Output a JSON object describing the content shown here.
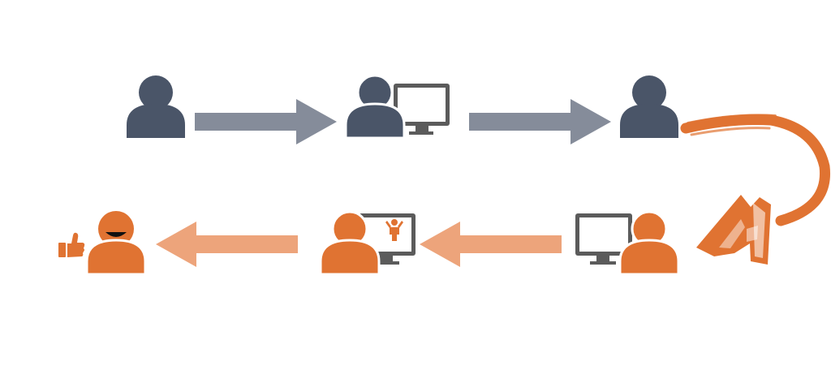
{
  "colors": {
    "background": "#ffffff",
    "person_slate": "#4a5568",
    "arrow_gray": "#858c9a",
    "monitor_dark": "#5b5b5b",
    "screen_white": "#ffffff",
    "person_orange": "#e07332",
    "arrow_orange_light": "#eda47b",
    "brush_orange": "#e07332",
    "smile": "#111111"
  },
  "diagram": {
    "top_row": [
      {
        "id": "person-1",
        "icon": "person-icon",
        "color": "slate"
      },
      {
        "id": "person-with-monitor",
        "icon": "person-monitor-icon",
        "color": "slate"
      },
      {
        "id": "person-3",
        "icon": "person-icon",
        "color": "slate"
      }
    ],
    "bottom_row": [
      {
        "id": "monitor-person",
        "icon": "monitor-person-icon",
        "color": "orange"
      },
      {
        "id": "person-monitor-child",
        "icon": "person-monitor-child-icon",
        "color": "orange"
      },
      {
        "id": "happy-person",
        "icon": "smiling-person-icon",
        "color": "orange"
      },
      {
        "id": "thumbs-up",
        "icon": "thumbs-up-icon",
        "color": "orange"
      }
    ],
    "arrows": [
      {
        "id": "arrow-1",
        "direction": "right",
        "color": "gray"
      },
      {
        "id": "arrow-2",
        "direction": "right",
        "color": "gray"
      },
      {
        "id": "curved-arrow",
        "direction": "down-turn",
        "color": "orange-brush"
      },
      {
        "id": "arrow-3",
        "direction": "left",
        "color": "light-orange"
      },
      {
        "id": "arrow-4",
        "direction": "left",
        "color": "light-orange"
      }
    ]
  }
}
